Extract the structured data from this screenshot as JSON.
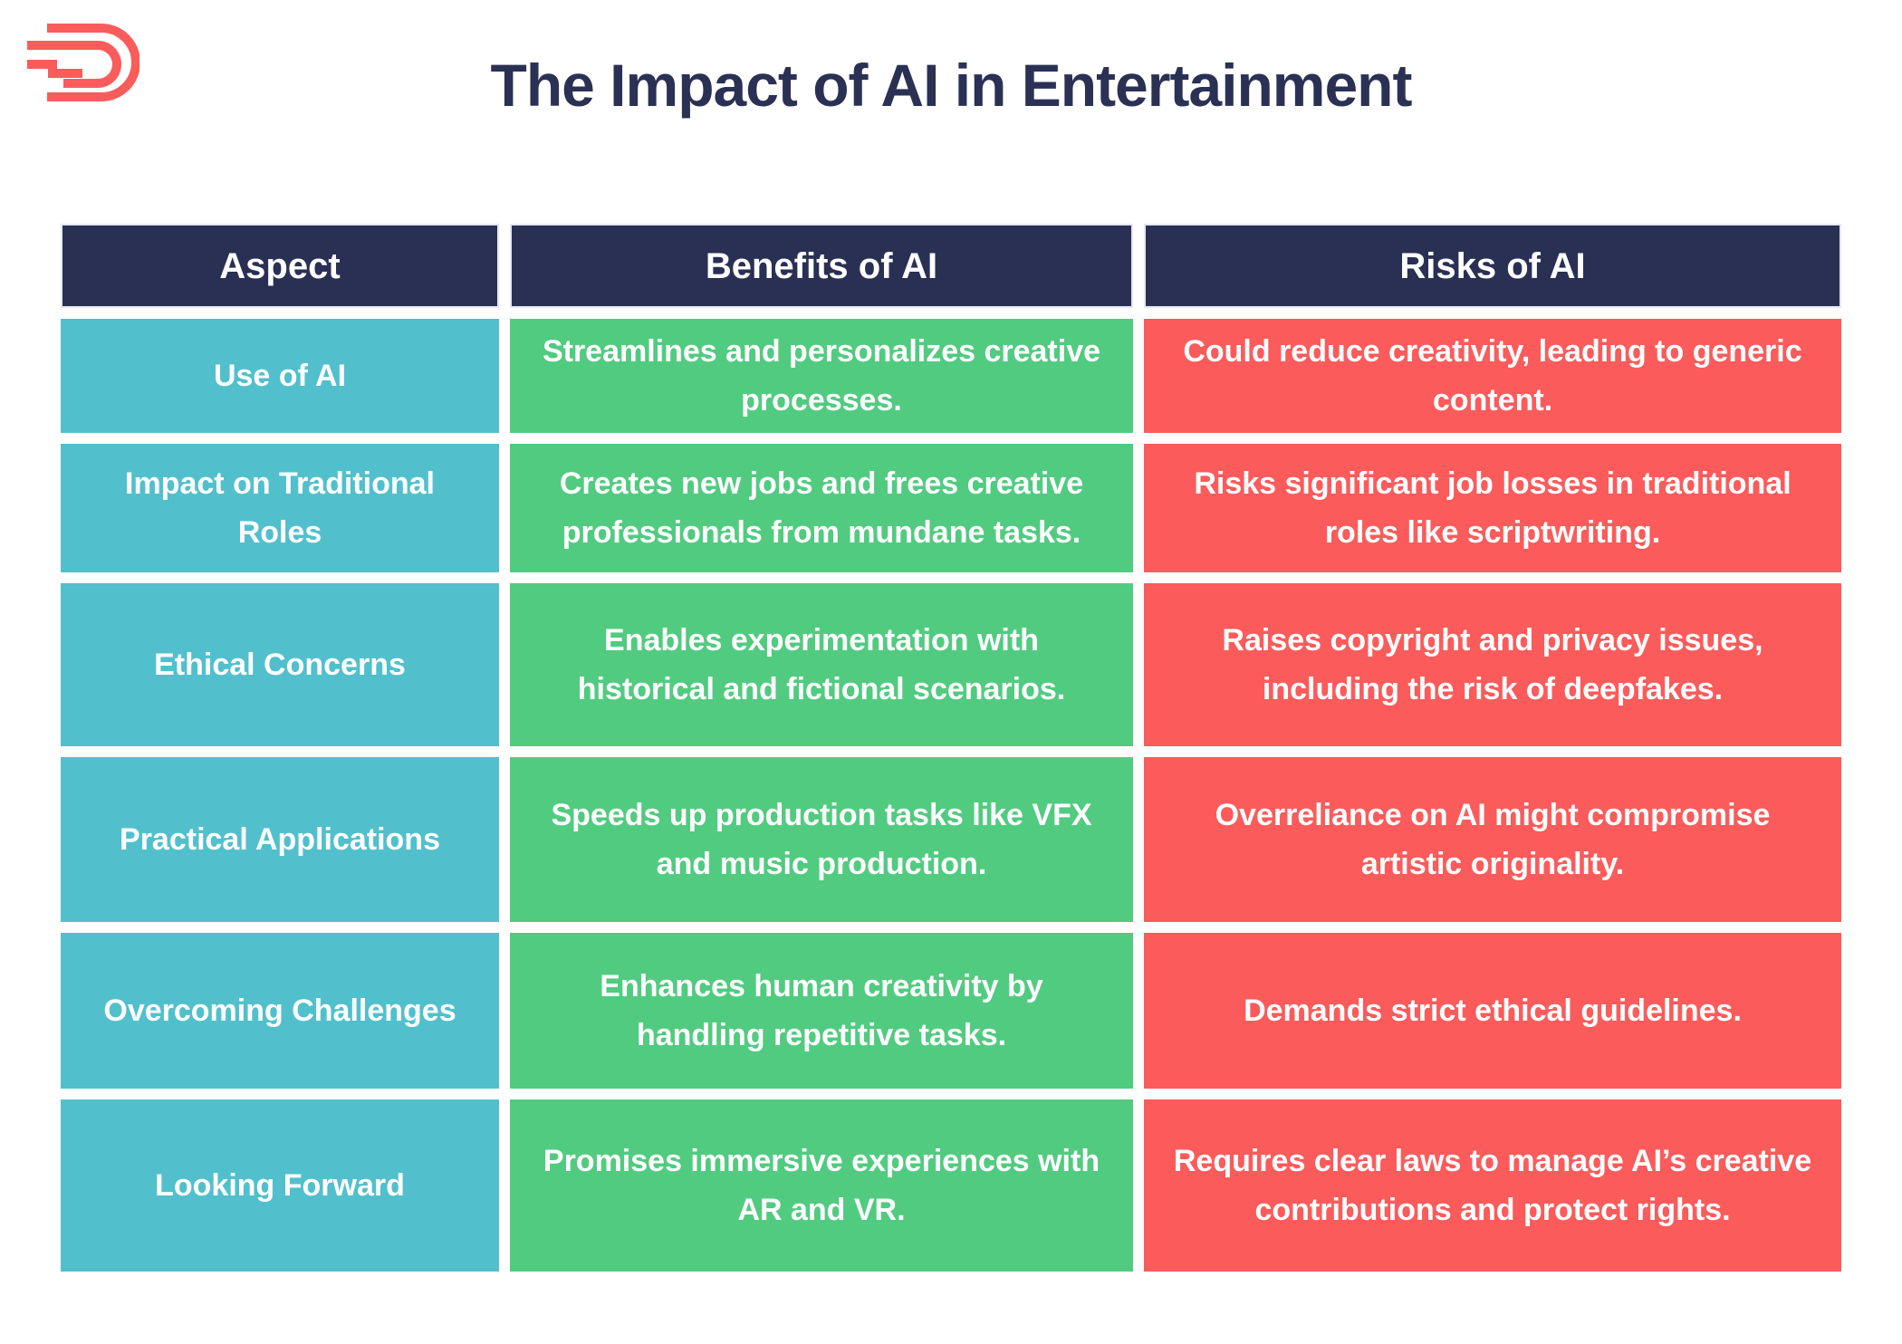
{
  "title": "The Impact of AI in Entertainment",
  "logo": {
    "icon": "d-spiral-logo",
    "color": "#FA5C5C"
  },
  "palette": {
    "title_navy": "#2B3154",
    "header_bg": "#2A3053",
    "aspect_bg": "#51C0CC",
    "benefit_bg": "#51CB80",
    "risk_bg": "#FB5B5B",
    "cell_text": "#FFFFFF",
    "page_bg": "#FFFFFF"
  },
  "chart_data": {
    "type": "table",
    "title": "The Impact of AI in Entertainment",
    "columns": [
      "Aspect",
      "Benefits of AI",
      "Risks of AI"
    ],
    "rows": [
      [
        "Use of AI",
        "Streamlines and personalizes creative processes.",
        "Could reduce creativity, leading to generic content."
      ],
      [
        "Impact on Traditional Roles",
        "Creates new jobs and frees creative professionals from mundane tasks.",
        "Risks significant job losses in traditional roles like scriptwriting."
      ],
      [
        "Ethical Concerns",
        "Enables experimentation with historical and fictional scenarios.",
        "Raises copyright and privacy issues, including the risk of deepfakes."
      ],
      [
        "Practical Applications",
        "Speeds up production tasks like VFX and music production.",
        "Overreliance on AI might compromise artistic originality."
      ],
      [
        "Overcoming Challenges",
        "Enhances human creativity by handling repetitive tasks.",
        "Demands strict ethical guidelines."
      ],
      [
        "Looking Forward",
        "Promises immersive experiences with AR and VR.",
        "Requires clear laws to manage AI’s creative contributions and protect rights."
      ]
    ]
  }
}
